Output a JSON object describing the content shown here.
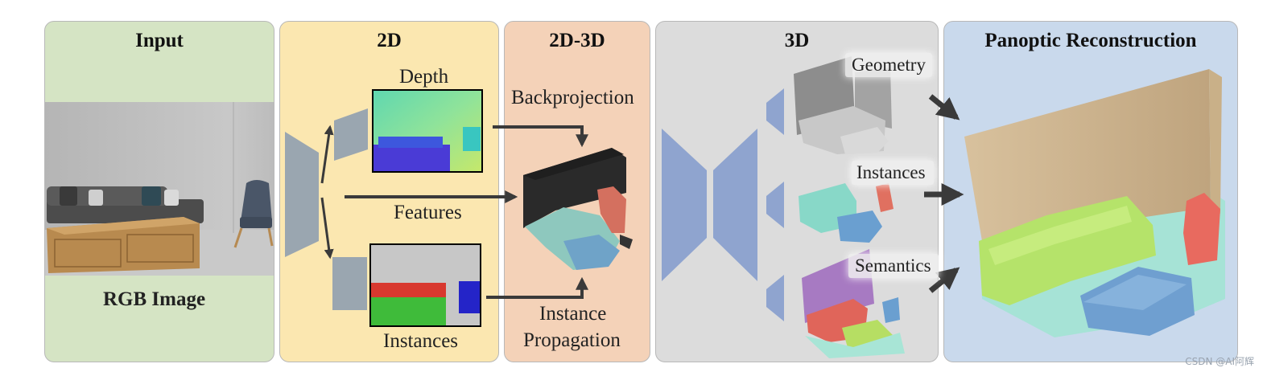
{
  "panels": {
    "input": {
      "title": "Input",
      "caption": "RGB Image",
      "color": "#d5e4c4"
    },
    "twod": {
      "title": "2D",
      "color": "#fbe7b0"
    },
    "twod3d": {
      "title": "2D-3D",
      "color": "#f4d2b8"
    },
    "threed": {
      "title": "3D",
      "color": "#dcdcdc"
    },
    "recon": {
      "title": "Panoptic Reconstruction",
      "color": "#c9d9ec"
    }
  },
  "labels": {
    "depth": "Depth",
    "features": "Features",
    "instances_2d": "Instances",
    "backprojection": "Backprojection",
    "instance_propagation_1": "Instance",
    "instance_propagation_2": "Propagation",
    "geometry": "Geometry",
    "instances_3d": "Instances",
    "semantics": "Semantics"
  },
  "watermark": "CSDN @AI阿辉",
  "colors": {
    "encoder": "#9aa6b0",
    "decoder3d": "#8fa4cf",
    "arrow": "#3a3a3a",
    "sofa_green": "#b5e36a",
    "box_blue": "#6f9fd0",
    "chair_red": "#e86a5f",
    "wall_tan": "#cdb592",
    "floor_cyan": "#a6e3d6"
  }
}
